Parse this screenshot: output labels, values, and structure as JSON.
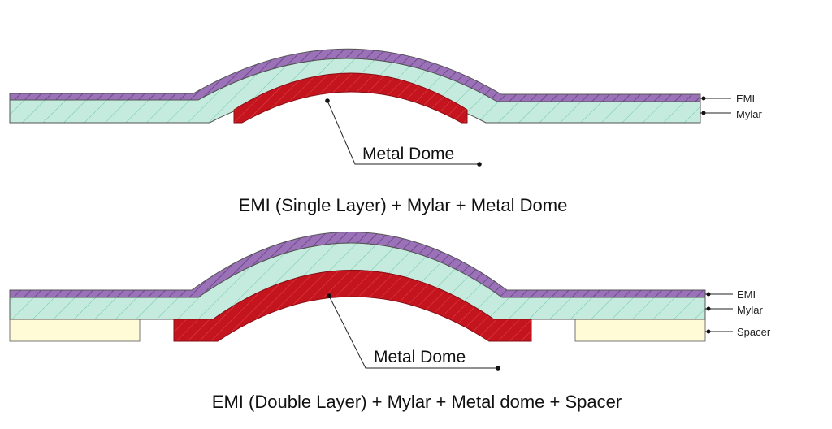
{
  "colors": {
    "emi": "#9b72b8",
    "emi_hatch": "#6f4a8e",
    "mylar": "#c4ebde",
    "mylar_hatch": "#6ec7a6",
    "dome": "#c4141e",
    "dome_hatch": "#e0404a",
    "spacer": "#fffbd6",
    "outline": "#555555"
  },
  "diagram1": {
    "labels": {
      "emi": "EMI",
      "mylar": "Mylar",
      "dome": "Metal Dome"
    },
    "caption": "EMI (Single Layer) + Mylar + Metal Dome"
  },
  "diagram2": {
    "labels": {
      "emi": "EMI",
      "mylar": "Mylar",
      "spacer": "Spacer",
      "dome": "Metal Dome"
    },
    "caption": "EMI (Double Layer) + Mylar + Metal dome + Spacer"
  }
}
